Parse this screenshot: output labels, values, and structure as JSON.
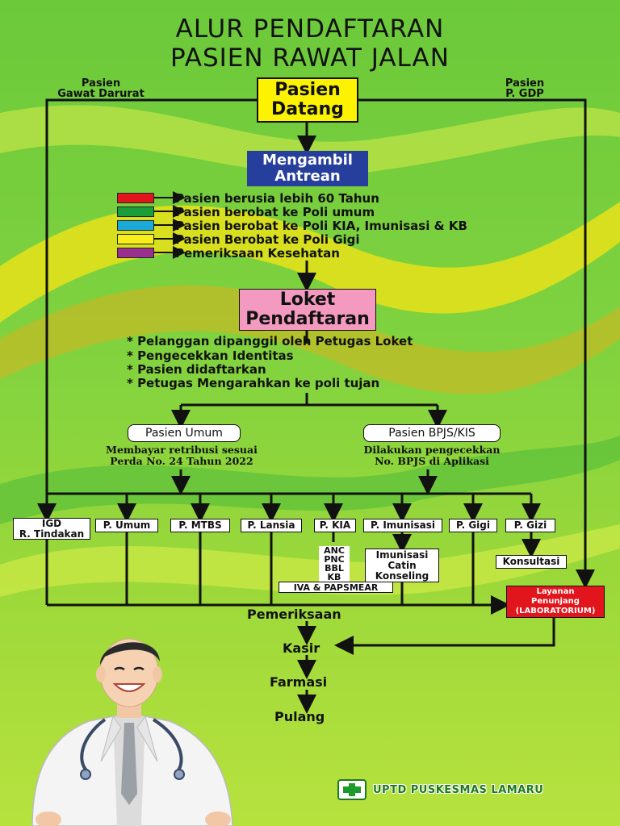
{
  "title": {
    "line1": "ALUR PENDAFTARAN",
    "line2": "PASIEN RAWAT JALAN"
  },
  "side_labels": {
    "left_line1": "Pasien",
    "left_line2": "Gawat Darurat",
    "right_line1": "Pasien",
    "right_line2": "P. GDP"
  },
  "start": {
    "line1": "Pasien",
    "line2": "Datang"
  },
  "queue": {
    "line1": "Mengambil",
    "line2": "Antrean"
  },
  "legend": [
    {
      "color": "#e3151c",
      "text": "Pasien berusia lebih 60 Tahun"
    },
    {
      "color": "#1a9e3c",
      "text": "Pasien berobat ke Poli umum"
    },
    {
      "color": "#1aa9d9",
      "text": "Pasien berobat ke Poli KIA, Imunisasi & KB"
    },
    {
      "color": "#f8ef1a",
      "text": "Pasien Berobat ke Poli Gigi"
    },
    {
      "color": "#9b2f8e",
      "text": "Pemeriksaan Kesehatan"
    }
  ],
  "registration": {
    "line1": "Loket",
    "line2": "Pendaftaran"
  },
  "registration_steps": [
    "* Pelanggan dipanggil oleh Petugas Loket",
    "* Pengecekkan Identitas",
    "* Pasien didaftarkan",
    "* Petugas Mengarahkan ke poli tujan"
  ],
  "patient_types": {
    "umum": {
      "label": "Pasien Umum",
      "note_line1": "Membayar retribusi sesuai",
      "note_line2": "Perda No. 24 Tahun 2022"
    },
    "bpjs": {
      "label": "Pasien BPJS/KIS",
      "note_line1": "Dilakukan pengecekkan",
      "note_line2": "No. BPJS di Aplikasi"
    }
  },
  "polis": {
    "igd_line1": "IGD",
    "igd_line2": "R. Tindakan",
    "umum": "P. Umum",
    "mtbs": "P. MTBS",
    "lansia": "P. Lansia",
    "kia": "P. KIA",
    "imunisasi": "P. Imunisasi",
    "gigi": "P. Gigi",
    "gizi": "P. Gizi"
  },
  "kia_services": [
    "ANC",
    "PNC",
    "BBL",
    "KB",
    "IVA & PAPSMEAR"
  ],
  "imunisasi_services": [
    "Imunisasi",
    "Catin",
    "Konseling"
  ],
  "gizi_service": "Konsultasi",
  "lab": {
    "line1": "Layanan",
    "line2": "Penunjang",
    "line3": "(LABORATORIUM)"
  },
  "flow_end": [
    "Pemeriksaan",
    "Kasir",
    "Farmasi",
    "Pulang"
  ],
  "footer": {
    "text": "UPTD PUSKESMAS LAMARU"
  }
}
